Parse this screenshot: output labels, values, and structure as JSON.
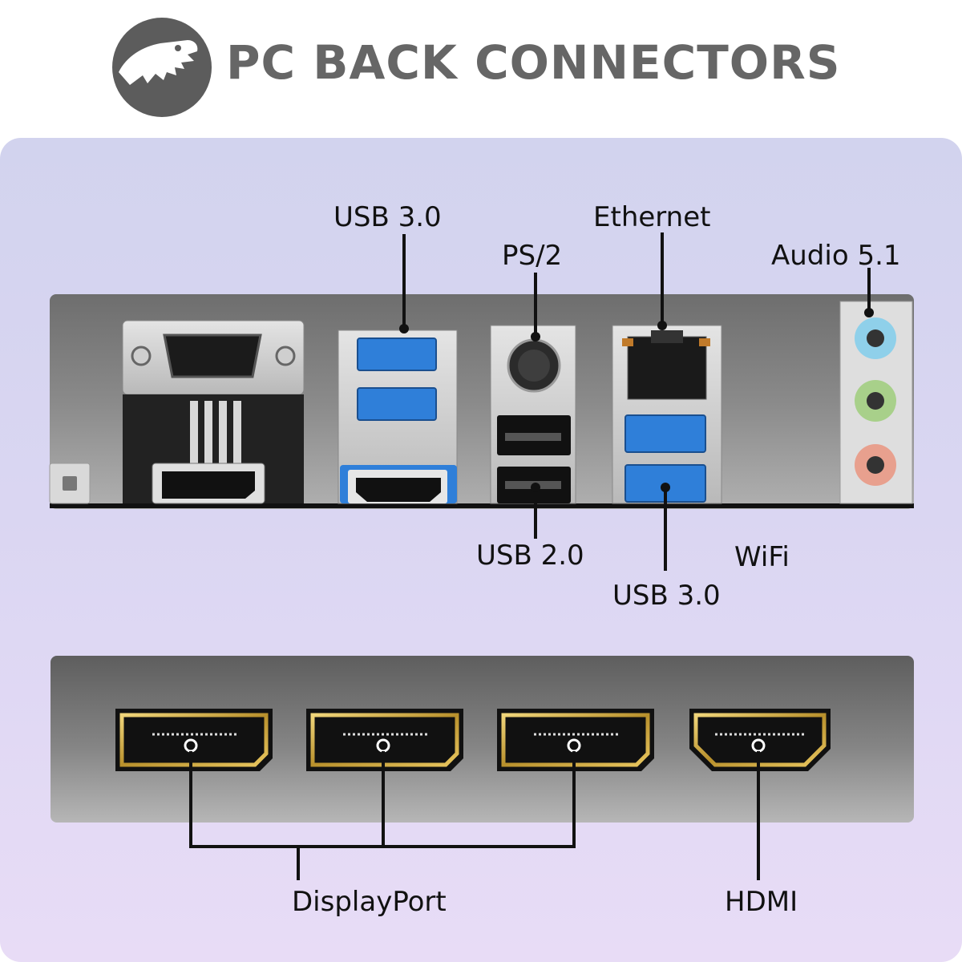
{
  "header": {
    "title": "PC BACK CONNECTORS"
  },
  "labels": {
    "usb3_top": "USB 3.0",
    "ps2": "PS/2",
    "ethernet": "Ethernet",
    "audio": "Audio 5.1",
    "usb2": "USB 2.0",
    "wifi": "WiFi",
    "usb3_bottom": "USB 3.0",
    "displayport": "DisplayPort",
    "hdmi": "HDMI"
  },
  "colors": {
    "title": "#666666",
    "usb3_blue": "#2f7fd9",
    "audio_blue": "#8fd0ea",
    "audio_green": "#a8d08a",
    "audio_pink": "#e8a08e",
    "gold": "#c9a63c"
  },
  "icons": {
    "logo": "dinosaur-logo-icon"
  }
}
